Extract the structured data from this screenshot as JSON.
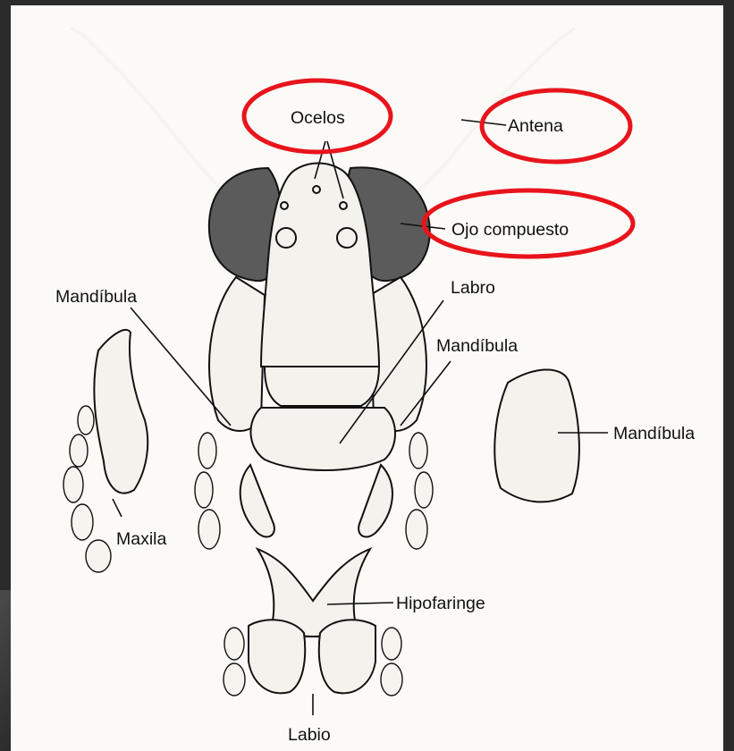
{
  "labels": {
    "ocelos": "Ocelos",
    "antena": "Antena",
    "ojo_compuesto": "Ojo compuesto",
    "mandibula_left": "Mandíbula",
    "labro": "Labro",
    "mandibula_center": "Mandíbula",
    "mandibula_right": "Mandíbula",
    "maxila": "Maxila",
    "hipofaringe": "Hipofaringe",
    "labio": "Labio"
  },
  "colors": {
    "highlight": "#e8141c",
    "background": "#2b2b2b",
    "paper": "#fbfaf6"
  }
}
